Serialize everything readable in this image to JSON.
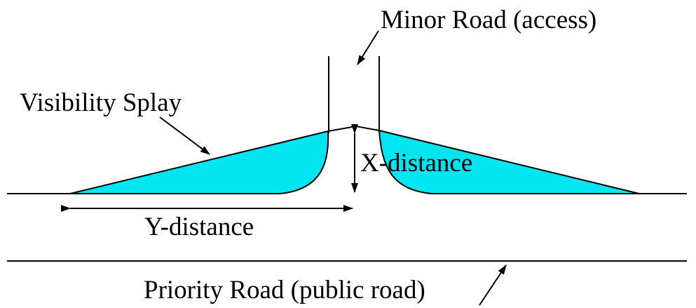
{
  "labels": {
    "minor_road": "Minor Road (access)",
    "visibility_splay": "Visibility Splay",
    "x_distance": "X-distance",
    "y_distance": "Y-distance",
    "priority_road": "Priority Road (public road)"
  },
  "colors": {
    "splay_fill": "#00e5f0",
    "line": "#000000",
    "background": "#ffffff"
  }
}
